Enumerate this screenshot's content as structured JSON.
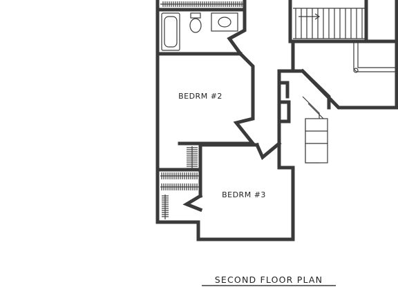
{
  "plan": {
    "title": "SECOND FLOOR PLAN",
    "rooms": [
      {
        "id": "bedroom-2",
        "label": "BEDRM #2"
      },
      {
        "id": "bedroom-3",
        "label": "BEDRM #3"
      }
    ],
    "line_color": "#3a3a3a",
    "background": "#ffffff"
  }
}
